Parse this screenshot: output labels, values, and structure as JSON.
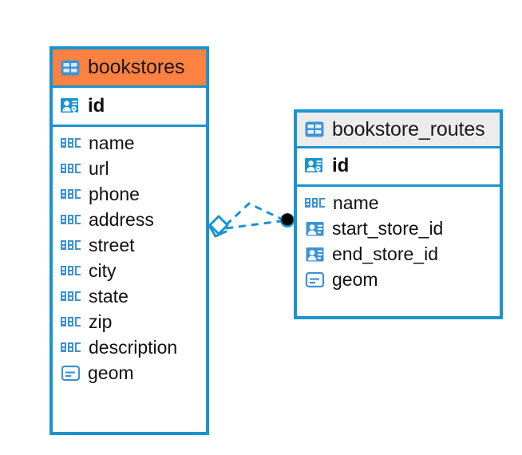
{
  "diagram": {
    "type": "entity-relationship-diagram",
    "background": "#ffffff",
    "accent_color": "#1b93d1",
    "highlight_color": "#fd8141",
    "neutral_header_color": "#ececec"
  },
  "entities": [
    {
      "name": "bookstores",
      "header_style": "accent",
      "primary_key": {
        "label": "id",
        "icon": "primary-key-icon"
      },
      "fields": [
        {
          "label": "name",
          "icon": "abc-text-icon"
        },
        {
          "label": "url",
          "icon": "abc-text-icon"
        },
        {
          "label": "phone",
          "icon": "abc-text-icon"
        },
        {
          "label": "address",
          "icon": "abc-text-icon"
        },
        {
          "label": "street",
          "icon": "abc-text-icon"
        },
        {
          "label": "city",
          "icon": "abc-text-icon"
        },
        {
          "label": "state",
          "icon": "abc-text-icon"
        },
        {
          "label": "zip",
          "icon": "abc-text-icon"
        },
        {
          "label": "description",
          "icon": "abc-text-icon"
        },
        {
          "label": "geom",
          "icon": "geometry-icon"
        }
      ]
    },
    {
      "name": "bookstore_routes",
      "header_style": "neutral",
      "primary_key": {
        "label": "id",
        "icon": "primary-key-icon"
      },
      "fields": [
        {
          "label": "name",
          "icon": "abc-text-icon"
        },
        {
          "label": "start_store_id",
          "icon": "foreign-key-icon"
        },
        {
          "label": "end_store_id",
          "icon": "foreign-key-icon"
        },
        {
          "label": "geom",
          "icon": "geometry-icon"
        }
      ]
    }
  ],
  "relationship": {
    "from_entity": "bookstores",
    "to_entity": "bookstore_routes",
    "line_style": "dashed",
    "line_color": "#1b93d1",
    "source_marker": "open-diamond",
    "target_marker": "filled-circle"
  }
}
